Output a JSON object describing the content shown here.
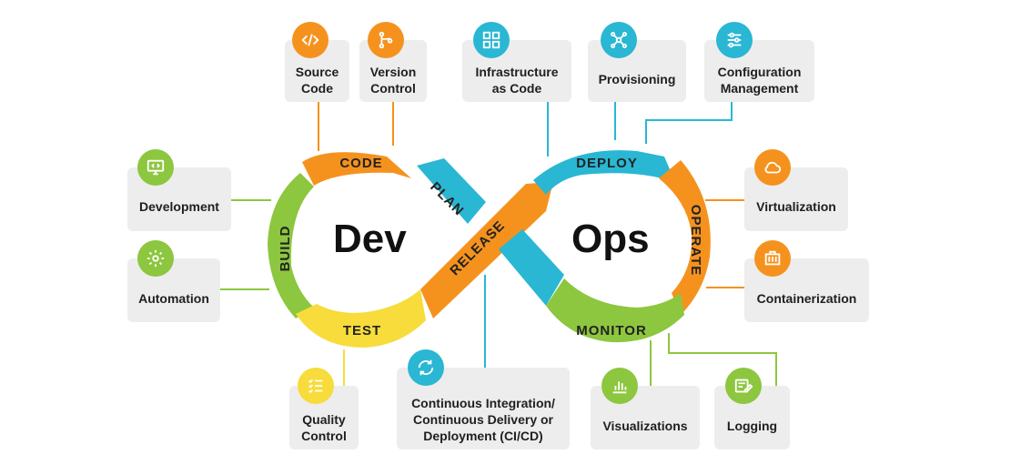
{
  "center": {
    "left_word": "Dev",
    "right_word": "Ops"
  },
  "phases": {
    "code": "CODE",
    "build": "BUILD",
    "test": "TEST",
    "plan": "PLAN",
    "release": "RELEASE",
    "deploy": "DEPLOY",
    "operate": "OPERATE",
    "monitor": "MONITOR"
  },
  "cards": {
    "source_code": "Source\nCode",
    "version_control": "Version\nControl",
    "infrastructure_as_code": "Infrastructure\nas Code",
    "provisioning": "Provisioning",
    "configuration_management": "Configuration\nManagement",
    "development": "Development",
    "automation": "Automation",
    "virtualization": "Virtualization",
    "containerization": "Containerization",
    "quality_control": "Quality\nControl",
    "cicd": "Continuous Integration/\nContinuous Delivery or\nDeployment (CI/CD)",
    "visualizations": "Visualizations",
    "logging": "Logging"
  },
  "colors": {
    "orange": "#f5921e",
    "green": "#8dc63f",
    "yellow": "#f7dc3b",
    "cyan": "#29b7d3",
    "card": "#ededed"
  },
  "icons": {
    "source_code": "code-brackets-icon",
    "version_control": "branch-icon",
    "infrastructure_as_code": "blocks-icon",
    "provisioning": "network-icon",
    "configuration_management": "sliders-icon",
    "development": "monitor-code-icon",
    "automation": "gear-icon",
    "virtualization": "cloud-icon",
    "containerization": "container-icon",
    "quality_control": "checklist-icon",
    "cicd": "refresh-icon",
    "visualizations": "bar-chart-icon",
    "logging": "log-edit-icon"
  }
}
